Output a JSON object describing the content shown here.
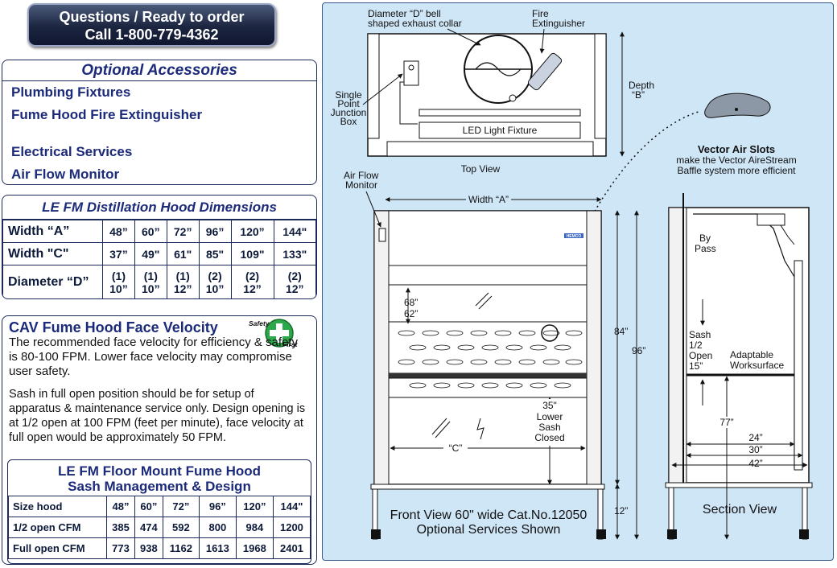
{
  "banner": {
    "line1": "Questions / Ready to order",
    "line2": "Call 1-800-779-4362"
  },
  "accessories": {
    "title": "Optional Accessories",
    "items": [
      "Plumbing Fixtures",
      "Fume Hood Fire Extinguisher",
      "Electrical Services",
      "Air Flow Monitor"
    ]
  },
  "dimensions": {
    "title": "LE FM Distillation Hood Dimensions",
    "rows": [
      {
        "label": "Width “A”",
        "values": [
          "48”",
          "60”",
          "72”",
          "96”",
          "120”",
          "144\""
        ]
      },
      {
        "label": "Width \"C\"",
        "values": [
          "37”",
          "49\"",
          "61\"",
          "85\"",
          "109\"",
          "133\""
        ]
      },
      {
        "label": "Diameter “D”",
        "values": [
          [
            "(1)",
            "10”"
          ],
          [
            "(1)",
            "10”"
          ],
          [
            "(1)",
            "12”"
          ],
          [
            "(2)",
            "10”"
          ],
          [
            "(2)",
            "12”"
          ],
          [
            "(2)",
            "12”"
          ]
        ]
      }
    ]
  },
  "face_velocity": {
    "title": "CAV Fume Hood Face Velocity",
    "badge": {
      "top": "Safety",
      "bottom": "First"
    },
    "p1": "The recommended face velocity for efficiency & safety is 80-100 FPM. Lower face velocity may compromise user safety.",
    "p2": "Sash in full open position should be for setup of apparatus & maintenance service only. Design opening is at 1/2 open at 100 FPM (feet per minute), face velocity at full open would be approximately 50 FPM."
  },
  "sash_table": {
    "title_line1": "LE FM Floor Mount Fume Hood",
    "title_line2": "Sash Management & Design",
    "rows": [
      {
        "label": "Size hood",
        "values": [
          "48”",
          "60”",
          "72”",
          "96”",
          "120”",
          "144\""
        ]
      },
      {
        "label": "1/2 open CFM",
        "values": [
          "385",
          "474",
          "592",
          "800",
          "984",
          "1200"
        ]
      },
      {
        "label": "Full open CFM",
        "values": [
          "773",
          "938",
          "1162",
          "1613",
          "1968",
          "2401"
        ]
      }
    ]
  },
  "diagram": {
    "top_view": {
      "collar_line1": "Diameter “D” bell",
      "collar_line2": "shaped exhaust collar",
      "fire_line1": "Fire",
      "fire_line2": "Extinguisher",
      "junction": [
        "Single",
        "Point",
        "Junction",
        "Box"
      ],
      "led": "LED Light Fixture",
      "depth_line1": "Depth",
      "depth_line2": "“B”",
      "caption": "Top View"
    },
    "vector": {
      "title": "Vector Air Slots",
      "line1": "make the Vector AireStream",
      "line2": "Baffle system more efficient"
    },
    "front_view": {
      "airflow_line1": "Air Flow",
      "airflow_line2": "Monitor",
      "width_a": "Width “A”",
      "brand": "HEMCO",
      "sash_68": "68”",
      "sash_62": "62”",
      "h84": "84”",
      "h96": "96”",
      "lower_35": "35\"",
      "lower_line1": "Lower",
      "lower_line2": "Sash",
      "lower_line3": "Closed",
      "width_c": "“C”",
      "h12": "12”",
      "caption_line1": "Front View 60\" wide Cat.No.12050",
      "caption_line2": "Optional Services Shown"
    },
    "section_view": {
      "bypass_line1": "By",
      "bypass_line2": "Pass",
      "sash_lines": [
        "Sash",
        "1/2",
        "Open",
        "15”"
      ],
      "work_line1": "Adaptable",
      "work_line2": "Worksurface",
      "h77": "77”",
      "d24": "24”",
      "d30": "30”",
      "d42": "42”",
      "caption": "Section View"
    }
  },
  "colors": {
    "navy": "#1c2a7a",
    "panel": "#cfe6f7",
    "safety_green": "#2aa84a"
  }
}
